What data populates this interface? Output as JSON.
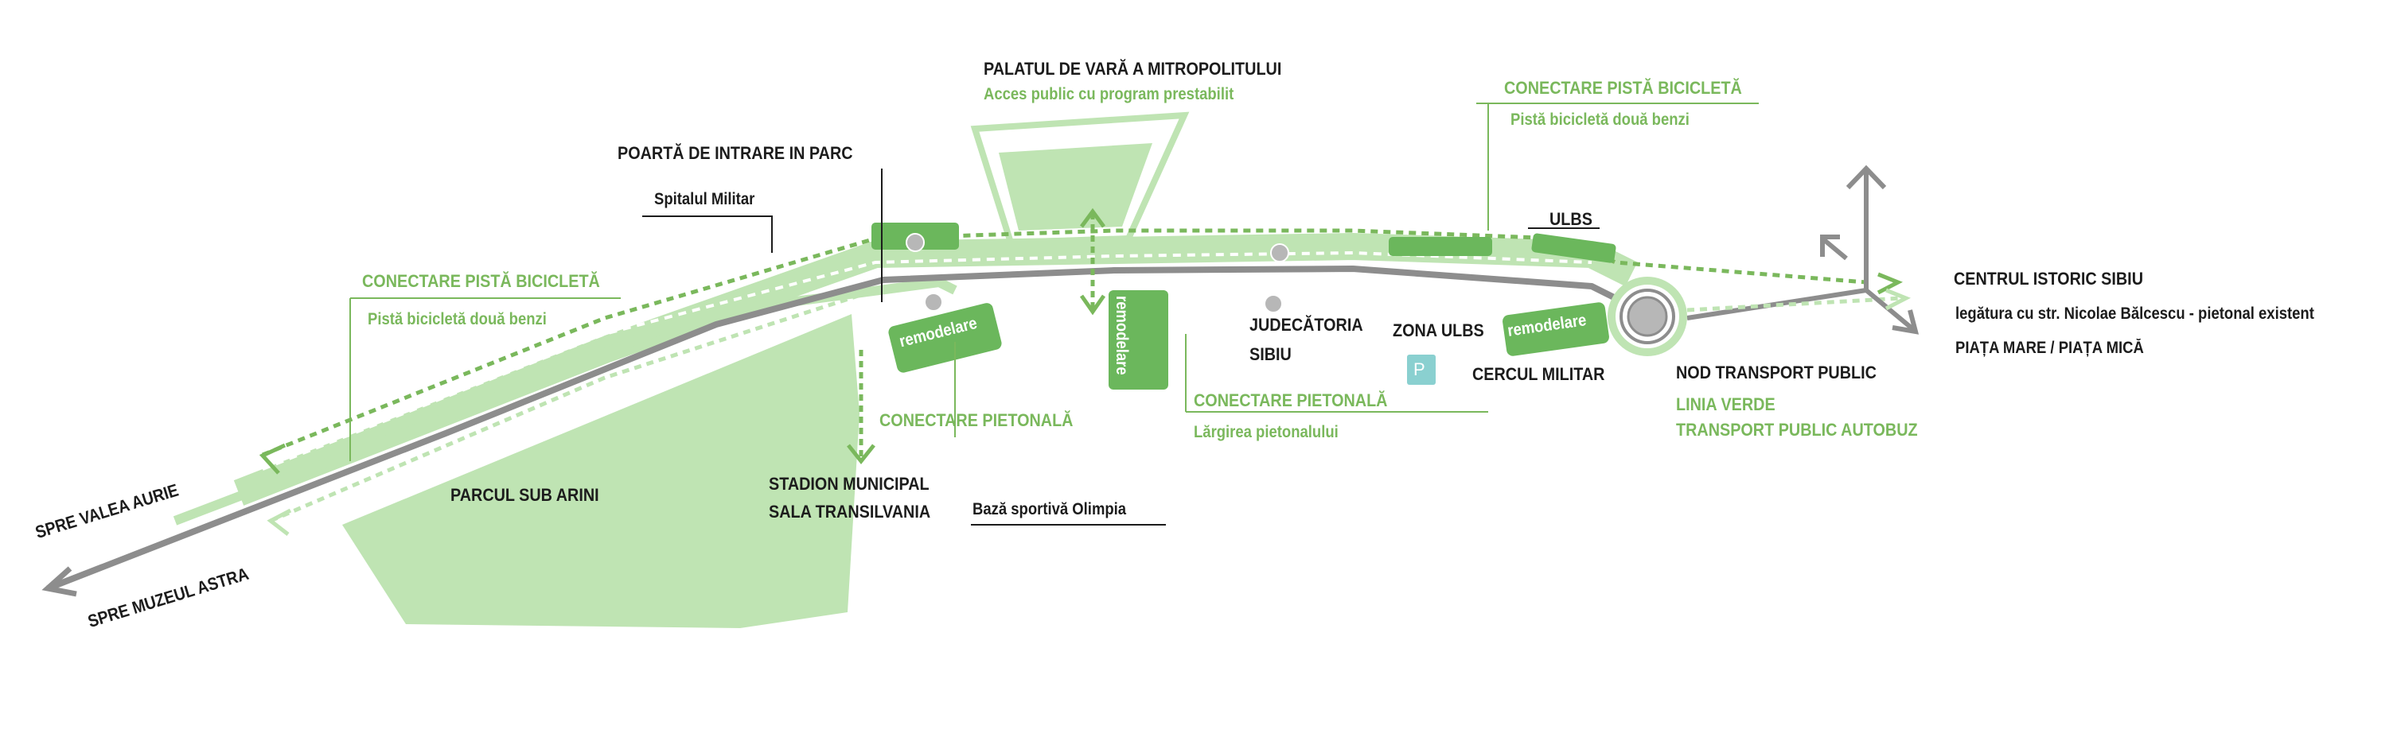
{
  "colors": {
    "park_fill": "#bfe4b3",
    "building_fill": "#6bb75c",
    "road_line": "#8d8d8d",
    "road_green": "#bfe4b3",
    "leader_green": "#7ab85c",
    "leader_dark": "#1c1c1c",
    "parking": "#8ad0d0",
    "node_fill": "#b7b7b7"
  },
  "icons": {
    "parking_sign": "parking-icon",
    "direction_arrows": "arrow-icon"
  },
  "labels": {
    "palatul": "PALATUL DE VARĂ A MITROPOLITULUI",
    "acces_public": "Acces public cu program prestabilit",
    "conectare_pista_right": "CONECTARE PISTĂ BICICLETĂ",
    "pista_right": "Pistă bicicletă două benzi",
    "poarta": "POARTĂ DE INTRARE IN PARC",
    "spitalul": "Spitalul Militar",
    "ulbs": "ULBS",
    "conectare_pista_left": "CONECTARE PISTĂ BICICLETĂ",
    "pista_left": "Pistă bicicletă două benzi",
    "centrul": "CENTRUL ISTORIC SIBIU",
    "legatura": "legătura cu str. Nicolae Bălcescu - pietonal existent",
    "piata": "PIAȚA MARE / PIAȚA MICĂ",
    "remodelare_1": "remodelare",
    "remodelare_2": "remodelare",
    "remodelare_3": "remodelare",
    "judecatoria_1": "JUDECĂTORIA",
    "judecatoria_2": "SIBIU",
    "zona_ulbs": "ZONA ULBS",
    "parking": "P",
    "cercul": "CERCUL MILITAR",
    "nod": "NOD TRANSPORT PUBLIC",
    "linia": "LINIA VERDE",
    "transport": "TRANSPORT PUBLIC AUTOBUZ",
    "conectare_pietonala_left": "CONECTARE PIETONALĂ",
    "conectare_pietonala_right": "CONECTARE PIETONALĂ",
    "largirea": "Lărgirea pietonalului",
    "spre_valea": "SPRE VALEA AURIE",
    "spre_muzeul": "SPRE MUZEUL ASTRA",
    "parcul": "PARCUL SUB ARINI",
    "stadion_1": "STADION MUNICIPAL",
    "stadion_2": "SALA TRANSILVANIA",
    "baza": "Bază sportivă Olimpia"
  }
}
